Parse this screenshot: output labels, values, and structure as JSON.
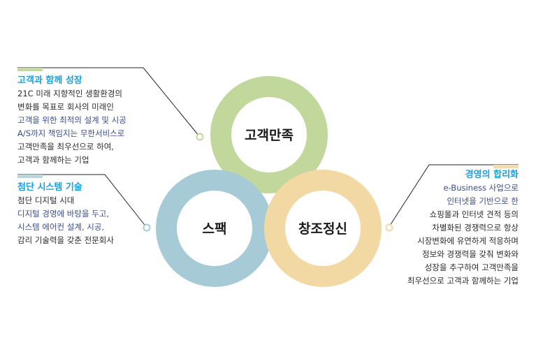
{
  "circles": [
    {
      "label": "고객만족",
      "color": "#c1d79b"
    },
    {
      "label": "스팩",
      "color": "#a6cbd6"
    },
    {
      "label": "창조정신",
      "color": "#f2d9a4"
    }
  ],
  "blocks": {
    "customer": {
      "title": "고객과 함께 성장",
      "lines": [
        {
          "text": "21C 미래 지향적인 생활환경의",
          "tone": "dark"
        },
        {
          "text": "변화를 목표로 회사의 미래인",
          "tone": "dark"
        },
        {
          "text": "고객을 위한 최적의 설계 및 시공",
          "tone": "blue"
        },
        {
          "text": "A/S까지 책임지는 무한서비스로",
          "tone": "blue"
        },
        {
          "text": "고객만족을 최우선으로 하여,",
          "tone": "dark"
        },
        {
          "text": "고객과 함께하는 기업",
          "tone": "dark"
        }
      ]
    },
    "system": {
      "title": "첨단 시스템 기술",
      "lines": [
        {
          "text": "첨단 디지털 시대",
          "tone": "dark"
        },
        {
          "text": "디지털 경영에 바탕을 두고,",
          "tone": "blue"
        },
        {
          "text": "시스템 에어컨 설계, 시공,",
          "tone": "blue"
        },
        {
          "text": "감리 기술력을 갖춘 전문회사",
          "tone": "dark"
        }
      ]
    },
    "management": {
      "title": "경영의 합리화",
      "lines": [
        {
          "text": "e-Business 사업으로",
          "tone": "blue"
        },
        {
          "text": "인터넷을 기반으로 한",
          "tone": "blue"
        },
        {
          "text": "쇼핑몰과 인터넷 견적 등의",
          "tone": "dark"
        },
        {
          "text": "차별화된 경쟁력으로 항상",
          "tone": "dark"
        },
        {
          "text": "시장변화에 유연하게 적응하며",
          "tone": "dark"
        },
        {
          "text": "정보와 경쟁력을 갖춰 변화와",
          "tone": "dark"
        },
        {
          "text": "성장을 추구하여 고객만족을",
          "tone": "dark"
        },
        {
          "text": "최우선으로 고객과 함께하는 기업",
          "tone": "dark"
        }
      ]
    }
  }
}
